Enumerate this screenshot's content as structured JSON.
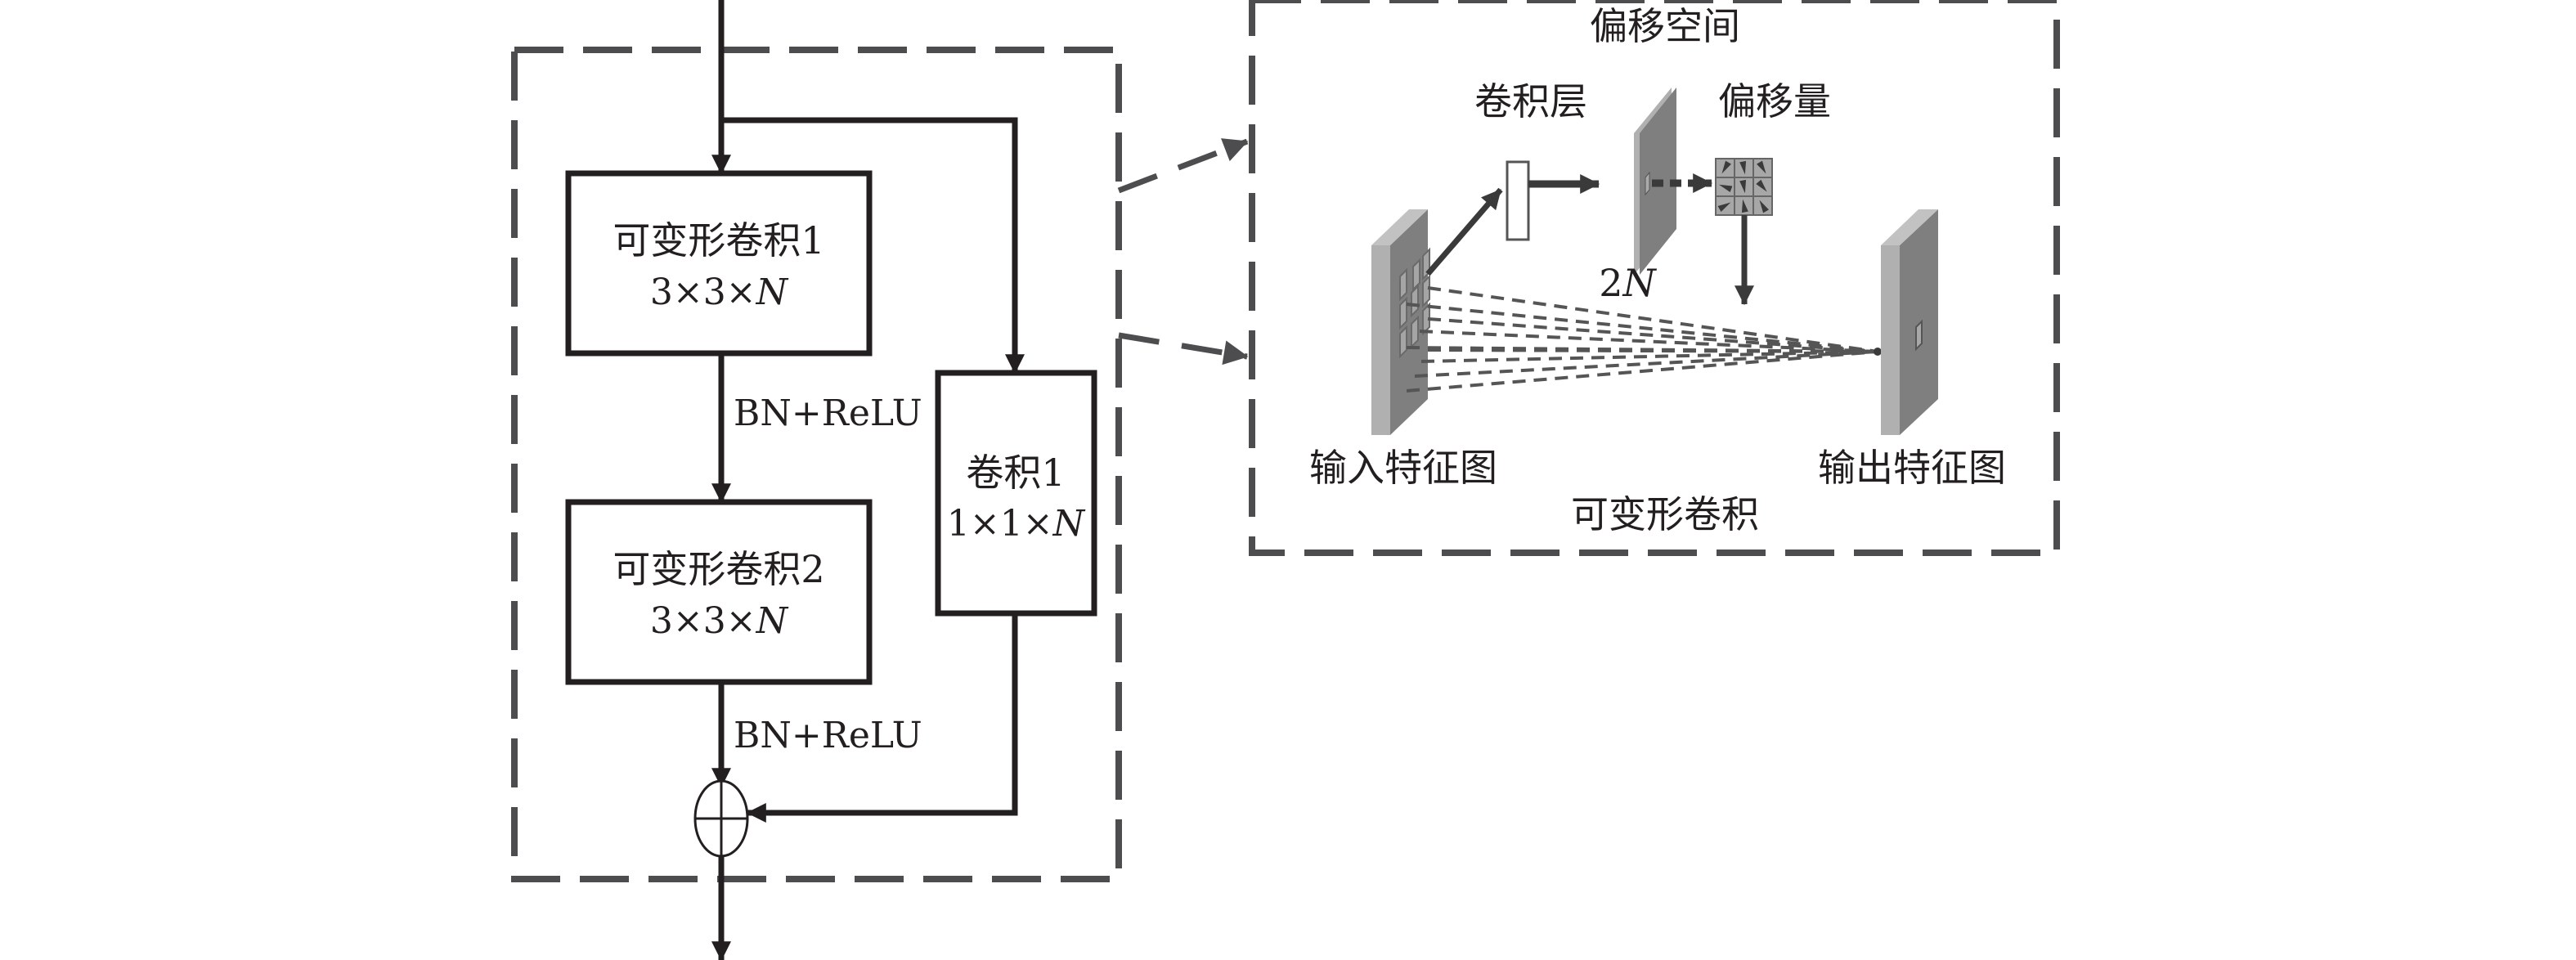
{
  "residual_block": {
    "deform_conv1": {
      "name": "可变形卷积1",
      "size_prefix": "3×3×",
      "size_var": "N"
    },
    "deform_conv2": {
      "name": "可变形卷积2",
      "size_prefix": "3×3×",
      "size_var": "N"
    },
    "shortcut_conv": {
      "name": "卷积1",
      "size_prefix": "1×1×",
      "size_var": "N"
    },
    "activation1": "BN+ReLU",
    "activation2": "BN+ReLU",
    "sum_symbol": "⊕"
  },
  "deformable_detail": {
    "offset_space_title": "偏移空间",
    "conv_layer_label": "卷积层",
    "offset_label": "偏移量",
    "channels_prefix": "2",
    "channels_var": "N",
    "input_label": "输入特征图",
    "output_label": "输出特征图",
    "caption": "可变形卷积"
  },
  "colors": {
    "line": "#231f20",
    "dash": "#4d4d4f",
    "map_face": "#8a8a8a",
    "map_side": "#b0b0b0",
    "grid_cell": "#a7a7a7"
  }
}
